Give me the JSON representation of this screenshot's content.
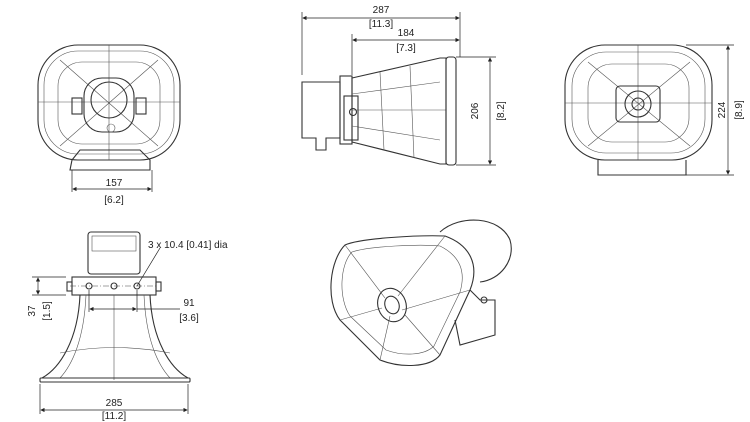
{
  "views": {
    "front": {
      "width_mm": "157",
      "width_in": "[6.2]"
    },
    "side": {
      "depth_mm": "287",
      "depth_in": "[11.3]",
      "horn_mm": "184",
      "horn_in": "[7.3]",
      "height_mm": "206",
      "height_in": "[8.2]"
    },
    "rear": {
      "height_mm": "224",
      "height_in": "[8.9]"
    },
    "top": {
      "band_mm": "37",
      "band_in": "[1.5]",
      "holes_label": "3 x 10.4 [0.41] dia",
      "spacing_mm": "91",
      "spacing_in": "[3.6]",
      "width_mm": "285",
      "width_in": "[11.2]"
    }
  },
  "colors": {
    "line": "#333333",
    "background": "#ffffff"
  }
}
